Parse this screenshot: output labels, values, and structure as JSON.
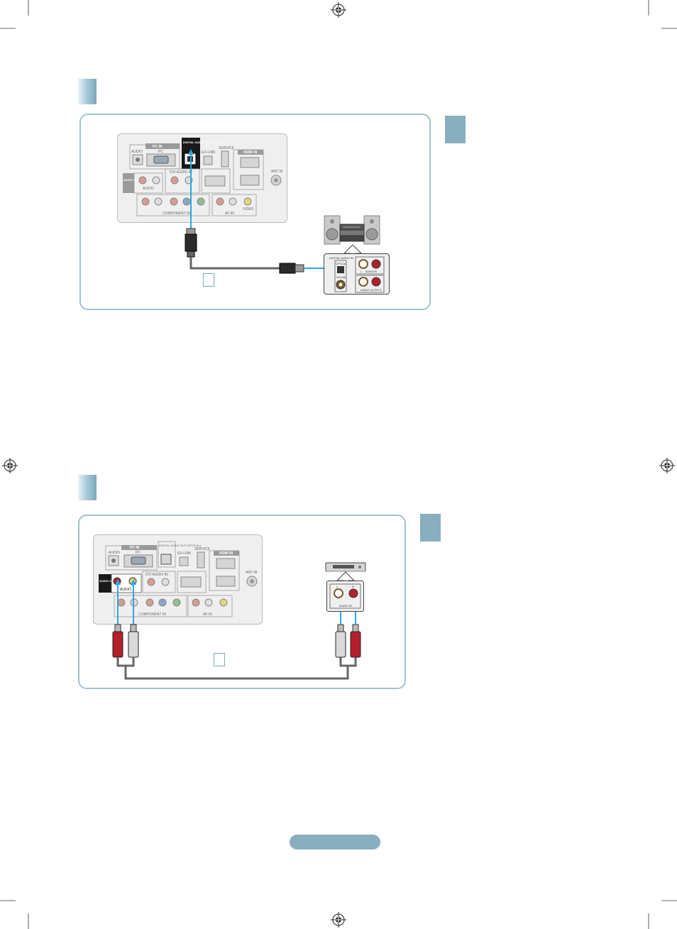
{
  "colors": {
    "accent": "#88aec0",
    "panel_border": "#9fc3d1",
    "cable_highlight": "#29a8e0",
    "cable": "#666666",
    "audio_red": "#b3202b",
    "audio_white": "#d9d9d9"
  },
  "diagram_top": {
    "tv_labels": {
      "pc_in": "PC IN",
      "audio": "AUDIO",
      "pc": "PC",
      "digital_audio_out": "DIGITAL AUDIO OUT (OPTICAL)",
      "ex_link": "EX-LINK",
      "service": "SERVICE",
      "hdmi_in": "HDMI IN",
      "dvi_audio_in": "DVI AUDIO IN",
      "audio_out": "AUDIO OUT",
      "audio_lr": "AUDIO",
      "component_in": "COMPONENT IN",
      "av_in": "AV IN",
      "video": "VIDEO",
      "ant_in": "ANT IN"
    },
    "receiver_labels": {
      "digital_audio_in": "DIGITAL AUDIO IN",
      "optical": "OPTICAL",
      "coaxial": "COAXIAL",
      "audio_l": "L",
      "audio_mid": "AUDIO",
      "audio_r": "R",
      "audio_output": "AUDIO OUTPUT"
    }
  },
  "diagram_bottom": {
    "tv_labels": {
      "pc_in": "PC IN",
      "audio": "AUDIO",
      "pc": "PC",
      "digital_audio_out": "DIGITAL AUDIO OUT (OPTICAL)",
      "ex_link": "EX-LINK",
      "service": "SERVICE",
      "hdmi_in": "HDMI IN",
      "dvi_audio_in": "DVI AUDIO IN",
      "audio_out": "AUDIO OUT",
      "audio_lr": "AUDIO",
      "component_in": "COMPONENT IN",
      "av_in": "AV IN",
      "ant_in": "ANT IN"
    },
    "amp_labels": {
      "l": "L",
      "r": "R",
      "audio_in": "AUDIO IN"
    }
  }
}
